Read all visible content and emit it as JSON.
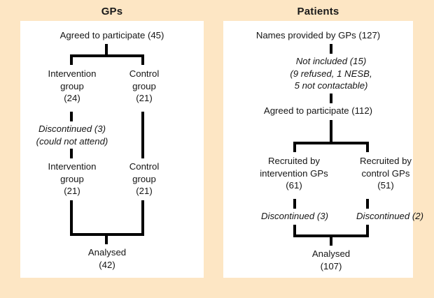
{
  "figure": {
    "background_color": "#fde6c4",
    "panel_color": "#ffffff",
    "line_color": "#000000"
  },
  "panels": [
    {
      "id": "gps",
      "title": "GPs",
      "nodes": {
        "top": "Agreed to participate (45)",
        "left_group_1": "Intervention\ngroup\n(24)",
        "right_group_1": "Control\ngroup\n(21)",
        "left_dropout": "Discontinued (3)\n(could not attend)",
        "left_group_2": "Intervention\ngroup\n(21)",
        "right_group_2": "Control\ngroup\n(21)",
        "analysed": "Analysed\n(42)"
      }
    },
    {
      "id": "patients",
      "title": "Patients",
      "nodes": {
        "top": "Names provided by GPs (127)",
        "excluded": "Not included (15)\n(9 refused, 1 NESB,\n5 not contactable)",
        "agreed": "Agreed to participate (112)",
        "left_group": "Recruited by\nintervention GPs\n(61)",
        "right_group": "Recruited by\ncontrol GPs\n(51)",
        "left_dropout": "Discontinued (3)",
        "right_dropout": "Discontinued (2)",
        "analysed": "Analysed\n(107)"
      }
    }
  ]
}
